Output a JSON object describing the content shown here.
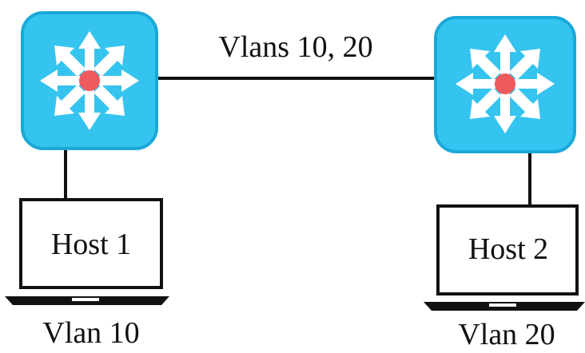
{
  "diagram": {
    "link_label": "Vlans 10, 20",
    "left": {
      "host_label": "Host 1",
      "vlan_label": "Vlan 10"
    },
    "right": {
      "host_label": "Host 2",
      "vlan_label": "Vlan 20"
    }
  },
  "colors": {
    "switch_fill": "#35c4ef",
    "switch_stroke": "#1aa8d8",
    "arrow_fill": "#ffffff",
    "center_dot": "#ef5a5f",
    "line": "#111111",
    "laptop_stroke": "#111111"
  },
  "icons": {
    "left_switch": "switch-icon",
    "right_switch": "switch-icon",
    "left_laptop": "laptop-icon",
    "right_laptop": "laptop-icon"
  }
}
